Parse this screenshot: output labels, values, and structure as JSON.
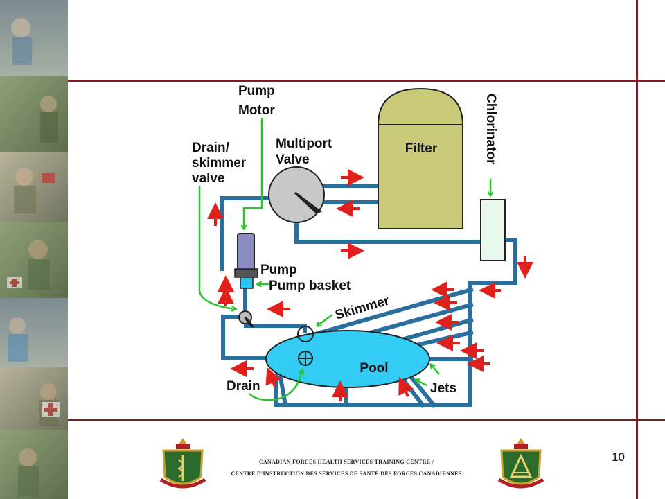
{
  "diagram": {
    "labels": {
      "pump_motor": [
        "Pump",
        "Motor"
      ],
      "drain_skimmer_valve": [
        "Drain/",
        "skimmer",
        "valve"
      ],
      "multiport_valve": [
        "Multiport",
        "Valve"
      ],
      "filter": "Filter",
      "chlorinator": "Chlorinator",
      "pump": "Pump",
      "pump_basket": "Pump basket",
      "skimmer": "Skimmer",
      "pool": "Pool",
      "drain": "Drain",
      "jets": "Jets"
    }
  },
  "footer": {
    "line1": "CANADIAN FORCES HEALTH SERVICES TRAINING CENTRE /",
    "line2": "CENTRE D'INSTRUCTION DES SERVICES DE SANTÉ DES FORCES CANADIENNES",
    "page_number": "10"
  },
  "colors": {
    "pipe": "#2a6f9e",
    "arrow_red": "#e0201c",
    "arrow_green": "#29c42c",
    "filter": "#c9c97a",
    "pool": "#33ccf5",
    "rule": "#7a1f1f"
  },
  "icons": {
    "left_crest": "medical-crest-icon",
    "right_crest": "training-centre-crest-icon"
  }
}
